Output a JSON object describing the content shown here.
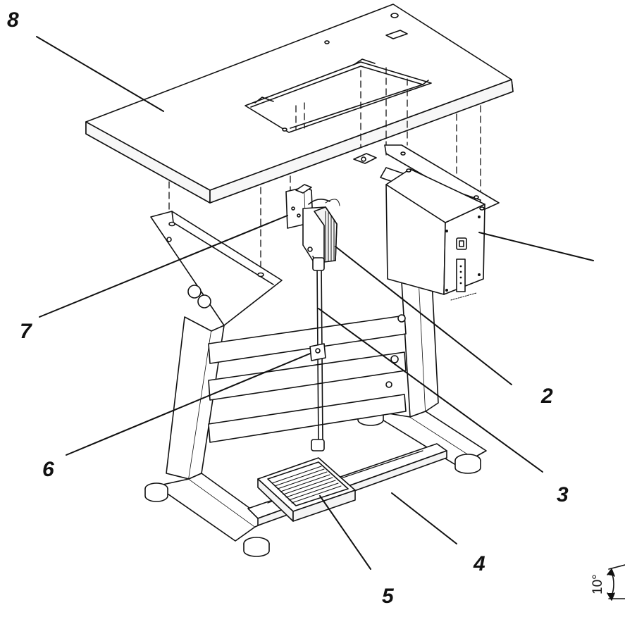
{
  "figure": {
    "callouts": {
      "tabletop": "8",
      "motor": "2",
      "connecting_rod": "3",
      "rail": "4",
      "pedal": "5",
      "clamp": "6",
      "bracket": "7"
    },
    "tilt_angle": "10°",
    "ink_color": "#111111",
    "fill_color": "#ffffff",
    "panel_gray": "#f4f4f4"
  }
}
